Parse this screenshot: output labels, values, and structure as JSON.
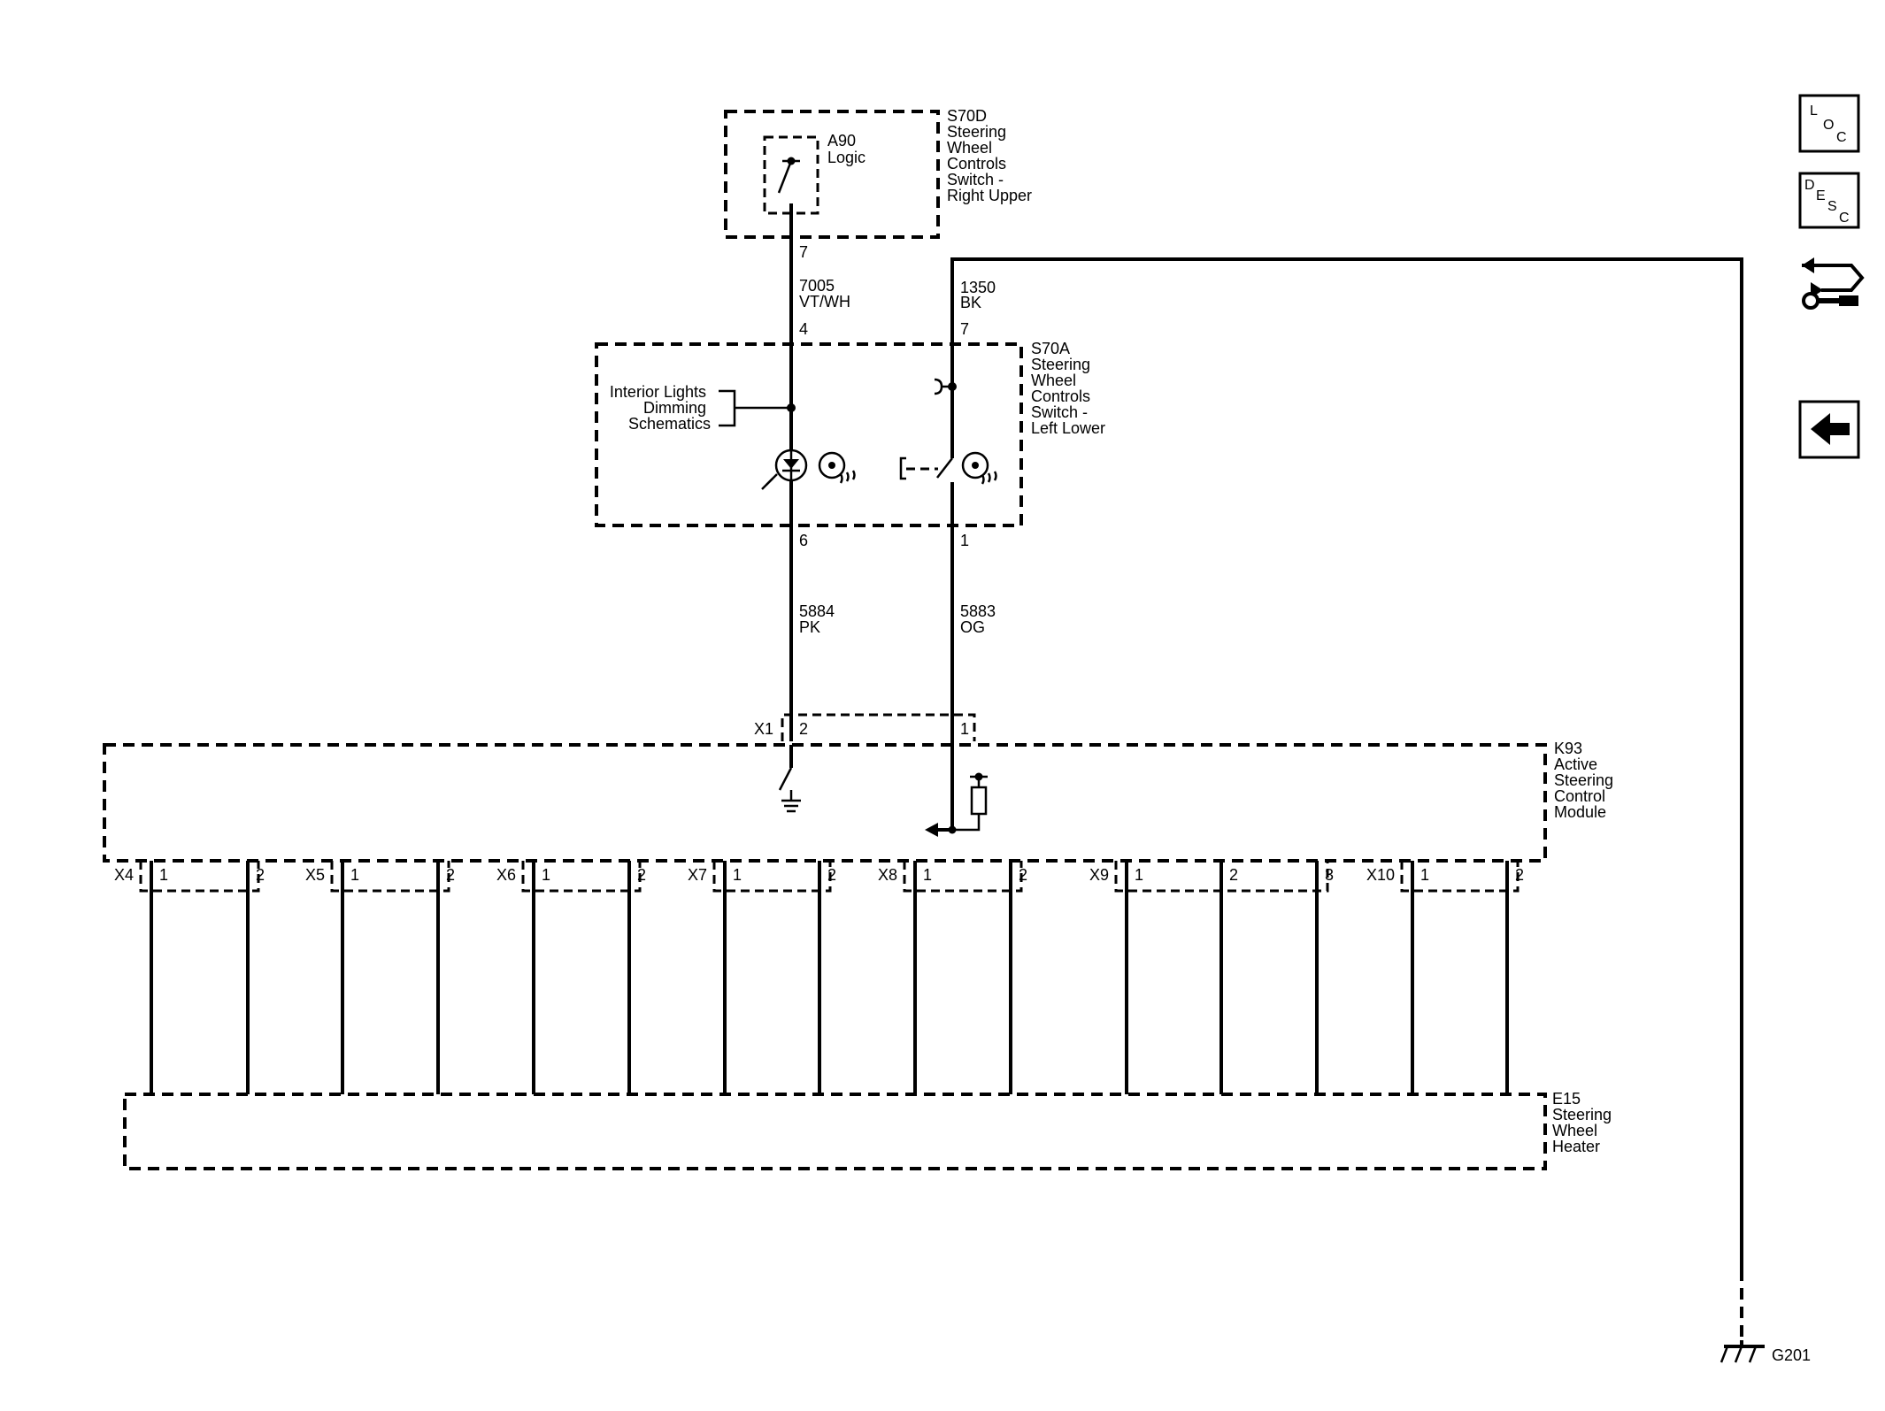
{
  "nav": {
    "loc_letters": [
      "L",
      "O",
      "C"
    ],
    "desc_letters": [
      "D",
      "E",
      "S",
      "C"
    ]
  },
  "components": {
    "s70d": {
      "lines": [
        "S70D",
        "Steering",
        "Wheel",
        "Controls",
        "Switch -",
        "Right Upper"
      ]
    },
    "a90": {
      "lines": [
        "A90",
        "Logic"
      ]
    },
    "s70a": {
      "lines": [
        "S70A",
        "Steering",
        "Wheel",
        "Controls",
        "Switch -",
        "Left Lower"
      ]
    },
    "k93": {
      "lines": [
        "K93",
        "Active",
        "Steering",
        "Control",
        "Module"
      ]
    },
    "e15": {
      "lines": [
        "E15",
        "Steering",
        "Wheel",
        "Heater"
      ]
    },
    "ground": {
      "label": "G201"
    },
    "interior_ref": {
      "lines": [
        "Interior Lights",
        "Dimming",
        "Schematics"
      ]
    }
  },
  "wires": {
    "w7005": {
      "circuit": "7005",
      "color": "VT/WH",
      "pin_top": "7",
      "pin_bottom": "4"
    },
    "w1350": {
      "circuit": "1350",
      "color": "BK",
      "pin_bottom": "7"
    },
    "w5884": {
      "circuit": "5884",
      "color": "PK",
      "pin_top": "6"
    },
    "w5883": {
      "circuit": "5883",
      "color": "OG",
      "pin_top": "1"
    }
  },
  "x1": {
    "label": "X1",
    "pins": [
      "2",
      "1"
    ]
  },
  "connectors": [
    {
      "label": "X4",
      "pins": [
        "1",
        "2"
      ]
    },
    {
      "label": "X5",
      "pins": [
        "1",
        "2"
      ]
    },
    {
      "label": "X6",
      "pins": [
        "1",
        "2"
      ]
    },
    {
      "label": "X7",
      "pins": [
        "1",
        "2"
      ]
    },
    {
      "label": "X8",
      "pins": [
        "1",
        "2"
      ]
    },
    {
      "label": "X9",
      "pins": [
        "1",
        "2",
        "3"
      ]
    },
    {
      "label": "X10",
      "pins": [
        "1",
        "2"
      ]
    }
  ]
}
